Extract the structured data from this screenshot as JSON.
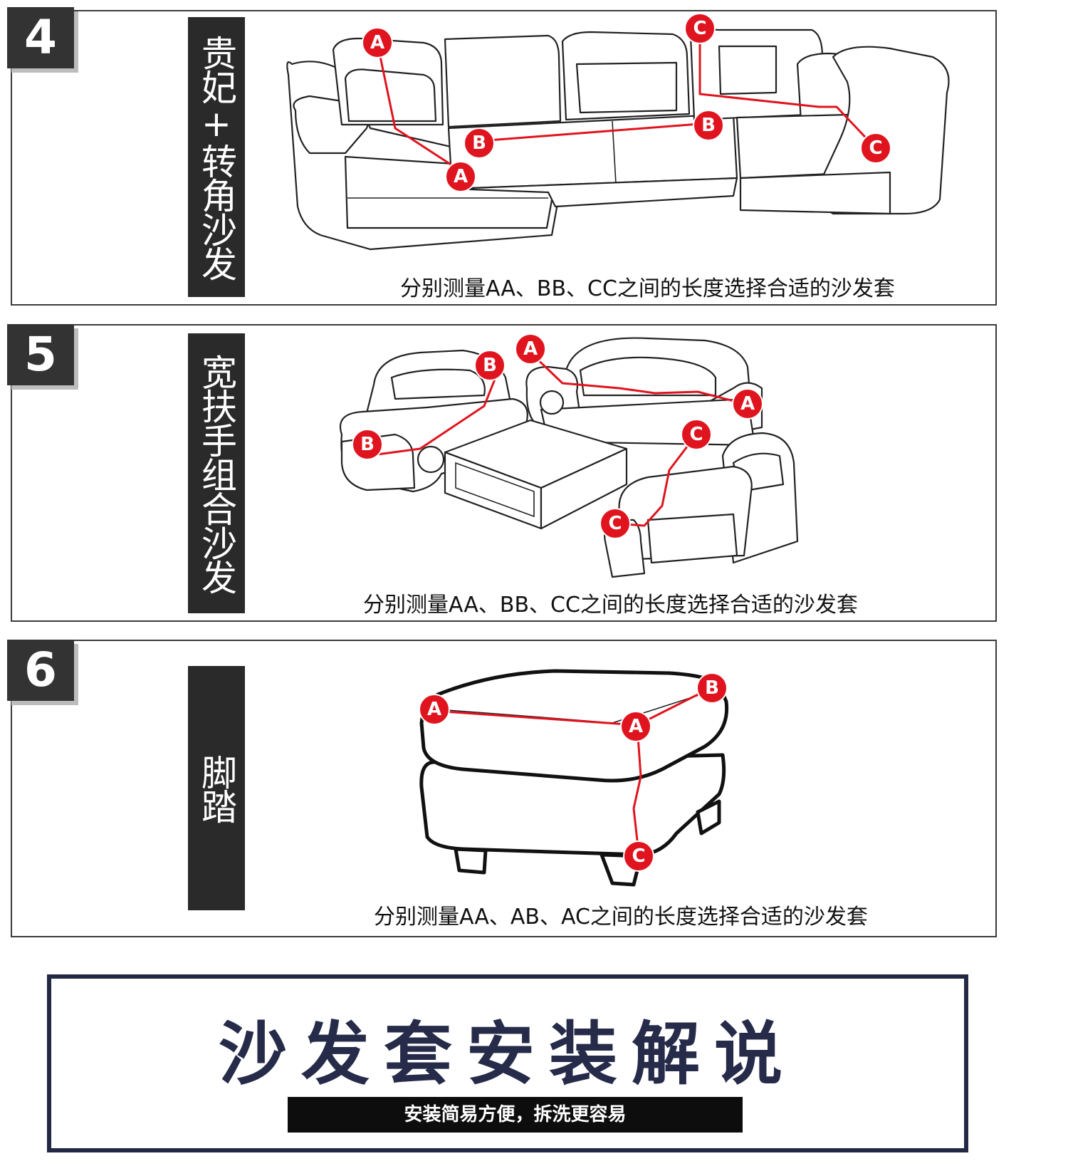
{
  "sections": [
    {
      "number": "4",
      "title": "贵妃+转角沙发",
      "caption": "分别测量AA、BB、CC之间的长度选择合适的沙发套",
      "markers": [
        "A",
        "A",
        "B",
        "B",
        "C",
        "C"
      ]
    },
    {
      "number": "5",
      "title": "宽扶手组合沙发",
      "caption": "分别测量AA、BB、CC之间的长度选择合适的沙发套",
      "markers": [
        "A",
        "A",
        "B",
        "B",
        "C",
        "C"
      ]
    },
    {
      "number": "6",
      "title": "脚踏",
      "caption": "分别测量AA、AB、AC之间的长度选择合适的沙发套",
      "markers": [
        "A",
        "A",
        "B",
        "C"
      ]
    }
  ],
  "install": {
    "title": "沙发套安装解说",
    "subtitle": "安装简易方便，拆洗更容易"
  },
  "colors": {
    "marker_red": "#e0141e",
    "label_dark": "#2a2a2a",
    "install_navy": "#262b4a"
  }
}
